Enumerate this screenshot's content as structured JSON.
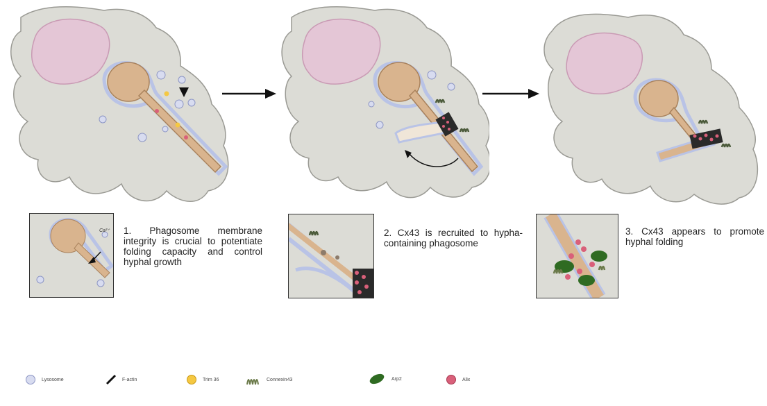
{
  "steps": [
    {
      "text": "1. Phagosome membrane integrity is crucial to potentiate folding capacity and control hyphal growth",
      "inset_label": "Ca²⁺"
    },
    {
      "text": "2. Cx43 is recruited to hypha-containing phagosome"
    },
    {
      "text": "3. Cx43 appears to promote hyphal folding"
    }
  ],
  "legend": [
    {
      "label": "Lysosome",
      "icon": "lysosome-icon",
      "color": "#d8dcf0"
    },
    {
      "label": "F-actin",
      "icon": "f-actin-icon",
      "color": "#111111"
    },
    {
      "label": "Trim 36",
      "icon": "trim36-icon",
      "color": "#f5c842"
    },
    {
      "label": "Connexin43",
      "icon": "connexin43-icon",
      "color": "#6b7a4a"
    },
    {
      "label": "Arp2",
      "icon": "arp2-icon",
      "color": "#2f6b22"
    },
    {
      "label": "Alix",
      "icon": "alix-icon",
      "color": "#d9607a"
    }
  ],
  "colors": {
    "cell": "#dcdcd6",
    "cell_stroke": "#9a9a94",
    "nucleus": "#e4c6d6",
    "hypha": "#d9b48e",
    "membrane": "#b9c3e6",
    "alix": "#d9607a",
    "trim36": "#f5c842",
    "connexin": "#4b5a3a",
    "arp2": "#2f6b22"
  }
}
